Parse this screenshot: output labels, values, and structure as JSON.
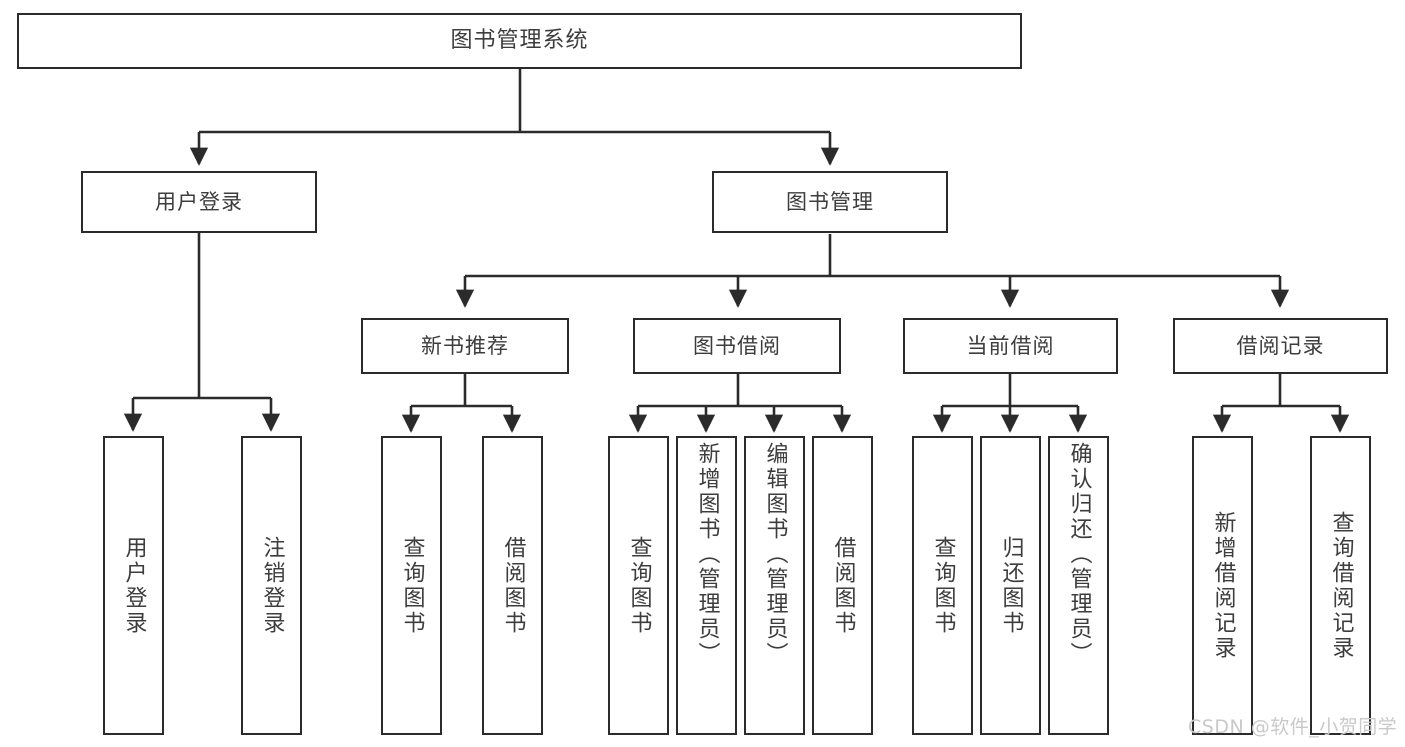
{
  "diagram": {
    "type": "tree-hierarchy",
    "title": "图书管理系统",
    "root": {
      "id": "root",
      "label": "图书管理系统"
    },
    "level1": [
      {
        "id": "user-login",
        "label": "用户登录"
      },
      {
        "id": "book-management",
        "label": "图书管理"
      }
    ],
    "level2": [
      {
        "id": "new-book-recommend",
        "label": "新书推荐",
        "parent": "book-management"
      },
      {
        "id": "book-borrow",
        "label": "图书借阅",
        "parent": "book-management"
      },
      {
        "id": "current-borrow",
        "label": "当前借阅",
        "parent": "book-management"
      },
      {
        "id": "borrow-record",
        "label": "借阅记录",
        "parent": "book-management"
      }
    ],
    "leaves": {
      "user_login": [
        {
          "id": "leaf-user-login",
          "label": "用户登录"
        },
        {
          "id": "leaf-logout",
          "label": "注销登录"
        }
      ],
      "new_book_recommend": [
        {
          "id": "leaf-query-book-1",
          "label": "查询图书"
        },
        {
          "id": "leaf-borrow-book-1",
          "label": "借阅图书"
        }
      ],
      "book_borrow": [
        {
          "id": "leaf-query-book-2",
          "label": "查询图书"
        },
        {
          "id": "leaf-add-book",
          "label": "新增图书（管理员）"
        },
        {
          "id": "leaf-edit-book",
          "label": "编辑图书（管理员）"
        },
        {
          "id": "leaf-borrow-book-2",
          "label": "借阅图书"
        }
      ],
      "current_borrow": [
        {
          "id": "leaf-query-book-3",
          "label": "查询图书"
        },
        {
          "id": "leaf-return-book",
          "label": "归还图书"
        },
        {
          "id": "leaf-confirm-return",
          "label": "确认归还（管理员）"
        }
      ],
      "borrow_record": [
        {
          "id": "leaf-add-record",
          "label": "新增借阅记录"
        },
        {
          "id": "leaf-query-record",
          "label": "查询借阅记录"
        }
      ]
    },
    "colors": {
      "border": "#2b2b2b",
      "text": "#3d3d3d",
      "background": "#ffffff",
      "connector": "#2b2b2b",
      "watermark": "#c9c9c9"
    }
  },
  "watermark": {
    "text": "CSDN @软件_小贺同学"
  }
}
